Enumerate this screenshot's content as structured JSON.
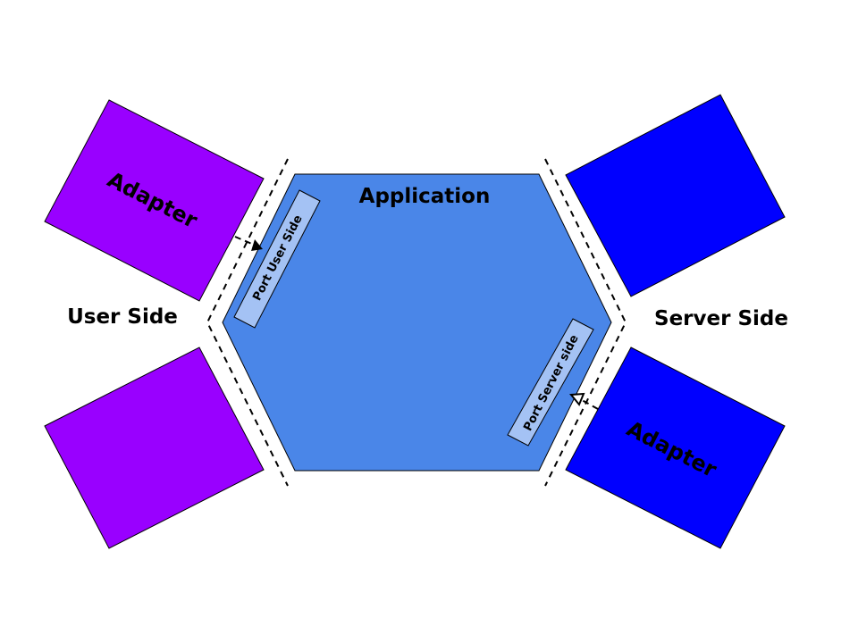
{
  "diagram": {
    "application_label": "Application",
    "user_side_label": "User Side",
    "server_side_label": "Server Side",
    "user_adapter_label": "Adapter",
    "server_adapter_label": "Adapter",
    "port_user_label": "Port User Side",
    "port_server_label": "Port Server side"
  },
  "colors": {
    "application_fill": "#4a86e8",
    "port_fill": "#a4c2f4",
    "user_adapter_fill": "#9900ff",
    "server_adapter_fill": "#0000ff",
    "outline": "#000000"
  }
}
